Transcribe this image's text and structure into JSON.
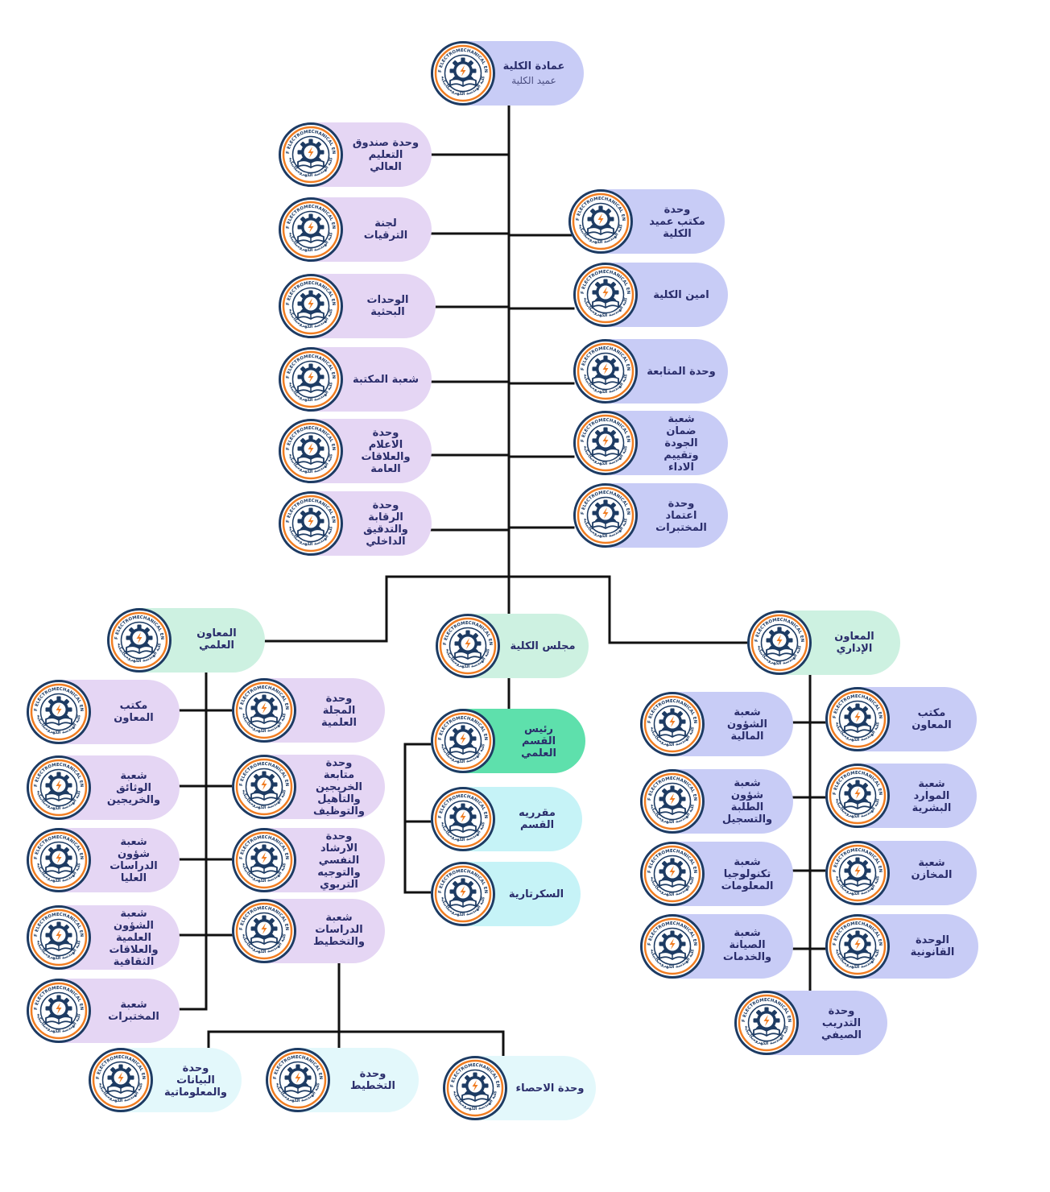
{
  "logo": {
    "ring_text_top": "COLLEGE OF ELECTROMECHANICAL ENGINEERING",
    "ring_text_bottom": "كلية الهندسة الكهروميكانيكية",
    "colors": {
      "navy": "#1d3b63",
      "orange": "#f07d22"
    },
    "icons": [
      "gear-icon",
      "lightning-icon",
      "book-icon"
    ]
  },
  "colors": {
    "blue": "#c8ccf6",
    "lavender": "#e5d6f4",
    "mint": "#cdf1e1",
    "green": "#5ee0ac",
    "cyan": "#c6f3f7",
    "light_cyan": "#e3f8fb",
    "line": "#111111",
    "text": "#2a2d6b"
  },
  "dean": {
    "title": "عمادة الكلية",
    "subtitle": "عميد الكلية"
  },
  "dean_left_units": [
    "وحدة صندوق التعليم العالي",
    "لجنة الترقيات",
    "الوحدات البحثية",
    "شعبة المكتبة",
    "وحدة الاعلام والعلاقات العامة",
    "وحدة الرقابة والتدقيق الداخلي"
  ],
  "dean_right_units": [
    "وحدة مكتب عميد الكلية",
    "امين الكلية",
    "وحدة المتابعة",
    "شعبة ضمان الجودة وتقييم الاداء",
    "وحدة اعتماد المختبرات"
  ],
  "scientific_assistant": {
    "title": "المعاون العلمي",
    "left_units": [
      "مكتب المعاون",
      "شعبة الوثائق والخريجين",
      "شعبة شؤون الدراسات العليا",
      "شعبة الشؤون العلمية والعلاقات الثقافية",
      "شعبة المختبرات"
    ],
    "right_units": [
      "وحدة المجلة العلمية",
      "وحدة متابعة الخريجين والتأهيل والتوظيف",
      "وحدة الارشاد النفسي والتوجيه التربوي",
      "شعبة الدراسات والتخطيط"
    ],
    "planning_subunits": [
      "وحدة البيانات والمعلوماتية",
      "وحدة التخطيط",
      "وحدة الاحصاء"
    ]
  },
  "council": {
    "title": "مجلس الكلية",
    "department_head": "رئيس القسم العلمي",
    "department_units": [
      "مقرريه القسم",
      "السكرتارية"
    ]
  },
  "admin_assistant": {
    "title": "المعاون الإداري",
    "left_units": [
      "شعبة الشؤون المالية",
      "شعبة شؤون الطلبة والتسجيل",
      "شعبة تكنولوجيا المعلومات",
      "شعبة الصيانة والخدمات"
    ],
    "right_units": [
      "مكتب المعاون",
      "شعبة الموارد البشرية",
      "شعبة المخازن",
      "الوحدة القانونية"
    ],
    "bottom_unit": "وحدة التدريب الصيفي"
  }
}
